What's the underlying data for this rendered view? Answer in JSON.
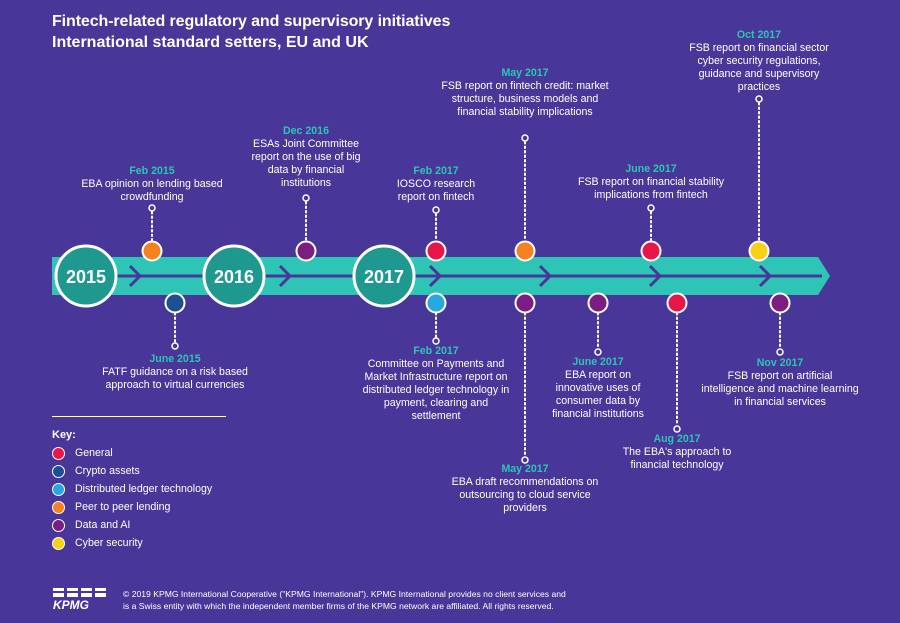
{
  "header": {
    "title": "Fintech-related regulatory and supervisory initiatives",
    "subtitle": "International standard setters, EU and UK"
  },
  "colors": {
    "background": "#483698",
    "band": "#2ec5b6",
    "date_text": "#2ec5b6",
    "year_circle": "#1f9890"
  },
  "years": [
    "2015",
    "2016",
    "2017"
  ],
  "categories": [
    {
      "key": "general",
      "label": "General",
      "color": "#e8174a"
    },
    {
      "key": "crypto",
      "label": "Crypto assets",
      "color": "#1d4f91"
    },
    {
      "key": "dlt",
      "label": "Distributed ledger technology",
      "color": "#27a8e0"
    },
    {
      "key": "p2p",
      "label": "Peer to peer lending",
      "color": "#f58220"
    },
    {
      "key": "data",
      "label": "Data and AI",
      "color": "#7b1d82"
    },
    {
      "key": "cyber",
      "label": "Cyber security",
      "color": "#f7d117"
    }
  ],
  "events": [
    {
      "date": "Feb 2015",
      "desc": "EBA opinion on lending based crowdfunding",
      "category": "p2p"
    },
    {
      "date": "June 2015",
      "desc": "FATF guidance on a risk based approach to virtual currencies",
      "category": "crypto"
    },
    {
      "date": "Dec 2016",
      "desc": "ESAs Joint Committee report on the use of big data by financial institutions",
      "category": "data"
    },
    {
      "date": "Feb 2017",
      "desc": "IOSCO research report on fintech",
      "category": "general"
    },
    {
      "date": "Feb 2017",
      "desc": "Committee on Payments and Market Infrastructure report on distributed ledger technology in payment, clearing and settlement",
      "category": "dlt"
    },
    {
      "date": "May 2017",
      "desc": "FSB report on fintech credit: market structure, business models and financial stability implications",
      "category": "p2p"
    },
    {
      "date": "May 2017",
      "desc": "EBA draft recommendations on outsourcing to cloud service providers",
      "category": "data"
    },
    {
      "date": "June 2017",
      "desc": "EBA report on innovative uses of consumer data by financial institutions",
      "category": "data"
    },
    {
      "date": "June 2017",
      "desc": "FSB report on financial stability implications from fintech",
      "category": "general"
    },
    {
      "date": "Aug 2017",
      "desc": "The EBA's approach to financial technology",
      "category": "general"
    },
    {
      "date": "Oct 2017",
      "desc": "FSB report on financial sector cyber security regulations, guidance and supervisory practices",
      "category": "cyber"
    },
    {
      "date": "Nov 2017",
      "desc": "FSB report on artificial intelligence and machine learning in financial services",
      "category": "data"
    }
  ],
  "key": {
    "title": "Key:"
  },
  "logo_text": "KPMG",
  "footer": {
    "line1": "© 2019 KPMG International Cooperative (\"KPMG International\"). KPMG International provides no client services and",
    "line2": "is a Swiss entity with which the independent member firms of the KPMG network are affiliated. All rights reserved."
  }
}
